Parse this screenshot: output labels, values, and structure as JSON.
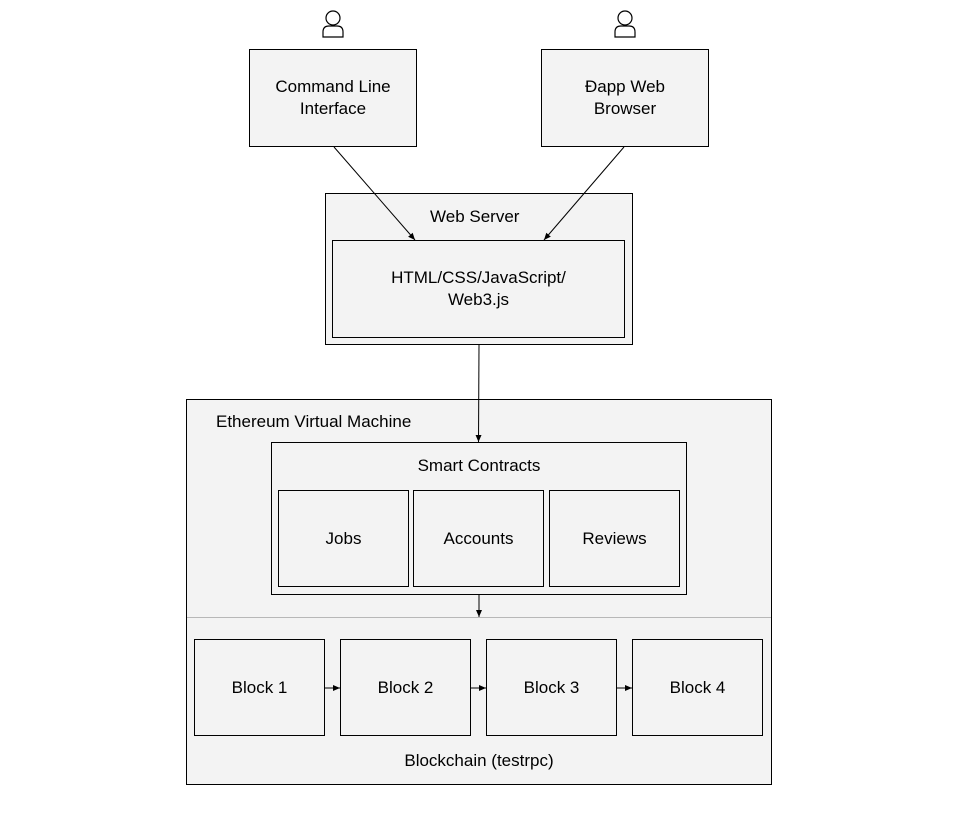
{
  "users": [
    {
      "icon": "person-icon"
    },
    {
      "icon": "person-icon"
    }
  ],
  "clients": {
    "cli": "Command Line\nInterface",
    "browser": "Ðapp Web\nBrowser"
  },
  "web_server": {
    "title": "Web Server",
    "content": "HTML/CSS/JavaScript/\nWeb3.js"
  },
  "evm": {
    "title": "Ethereum Virtual Machine",
    "smart_contracts": {
      "title": "Smart Contracts",
      "items": [
        "Jobs",
        "Accounts",
        "Reviews"
      ]
    }
  },
  "blockchain": {
    "label": "Blockchain (testrpc)",
    "blocks": [
      "Block 1",
      "Block 2",
      "Block 3",
      "Block 4"
    ]
  },
  "colors": {
    "box_fill": "#f3f3f3",
    "stroke": "#000000",
    "divider": "#b7b7b7"
  }
}
